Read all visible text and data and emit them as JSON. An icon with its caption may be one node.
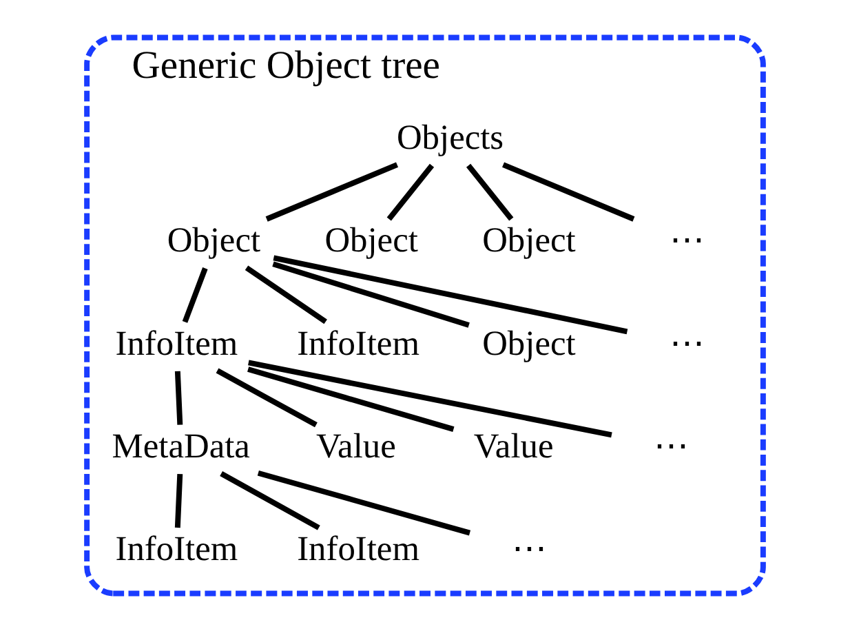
{
  "diagram": {
    "nodes": [
      {
        "text": [
          "Generic Object tree"
        ]
      },
      {
        "text": [
          "Objects"
        ],
        "in": 0
      },
      {
        "text": [
          "Object"
        ],
        "in": 0
      },
      {
        "text": [
          "Object"
        ],
        "in": 0
      },
      {
        "text": [
          "Object"
        ],
        "in": 0
      },
      {
        "text": [
          "⋯"
        ],
        "in": 0
      },
      {
        "text": [
          "InfoItem"
        ],
        "in": 0
      },
      {
        "text": [
          "InfoItem"
        ],
        "in": 0
      },
      {
        "text": [
          "Object"
        ],
        "in": 0
      },
      {
        "text": [
          "⋯"
        ],
        "in": 0
      },
      {
        "text": [
          "MetaData"
        ],
        "in": 0
      },
      {
        "text": [
          "Value"
        ],
        "in": 0
      },
      {
        "text": [
          "Value"
        ],
        "in": 0
      },
      {
        "text": [
          "⋯"
        ],
        "in": 0
      },
      {
        "text": [
          "InfoItem"
        ],
        "in": 0
      },
      {
        "text": [
          "InfoItem"
        ],
        "in": 0
      },
      {
        "text": [
          "⋯"
        ],
        "in": 0
      }
    ],
    "edges": [
      {
        "from": 1,
        "to": 2,
        "arrow": "none"
      },
      {
        "from": 1,
        "to": 3,
        "arrow": "none"
      },
      {
        "from": 1,
        "to": 4,
        "arrow": "none"
      },
      {
        "from": 1,
        "to": 5,
        "arrow": "none"
      },
      {
        "from": 2,
        "to": 6,
        "arrow": "none"
      },
      {
        "from": 2,
        "to": 7,
        "arrow": "none"
      },
      {
        "from": 2,
        "to": 8,
        "arrow": "none"
      },
      {
        "from": 2,
        "to": 9,
        "arrow": "none"
      },
      {
        "from": 6,
        "to": 10,
        "arrow": "none"
      },
      {
        "from": 6,
        "to": 11,
        "arrow": "none"
      },
      {
        "from": 6,
        "to": 12,
        "arrow": "none"
      },
      {
        "from": 6,
        "to": 13,
        "arrow": "none"
      },
      {
        "from": 10,
        "to": 14,
        "arrow": "none"
      },
      {
        "from": 10,
        "to": 15,
        "arrow": "none"
      },
      {
        "from": 10,
        "to": 16,
        "arrow": "none"
      }
    ]
  }
}
